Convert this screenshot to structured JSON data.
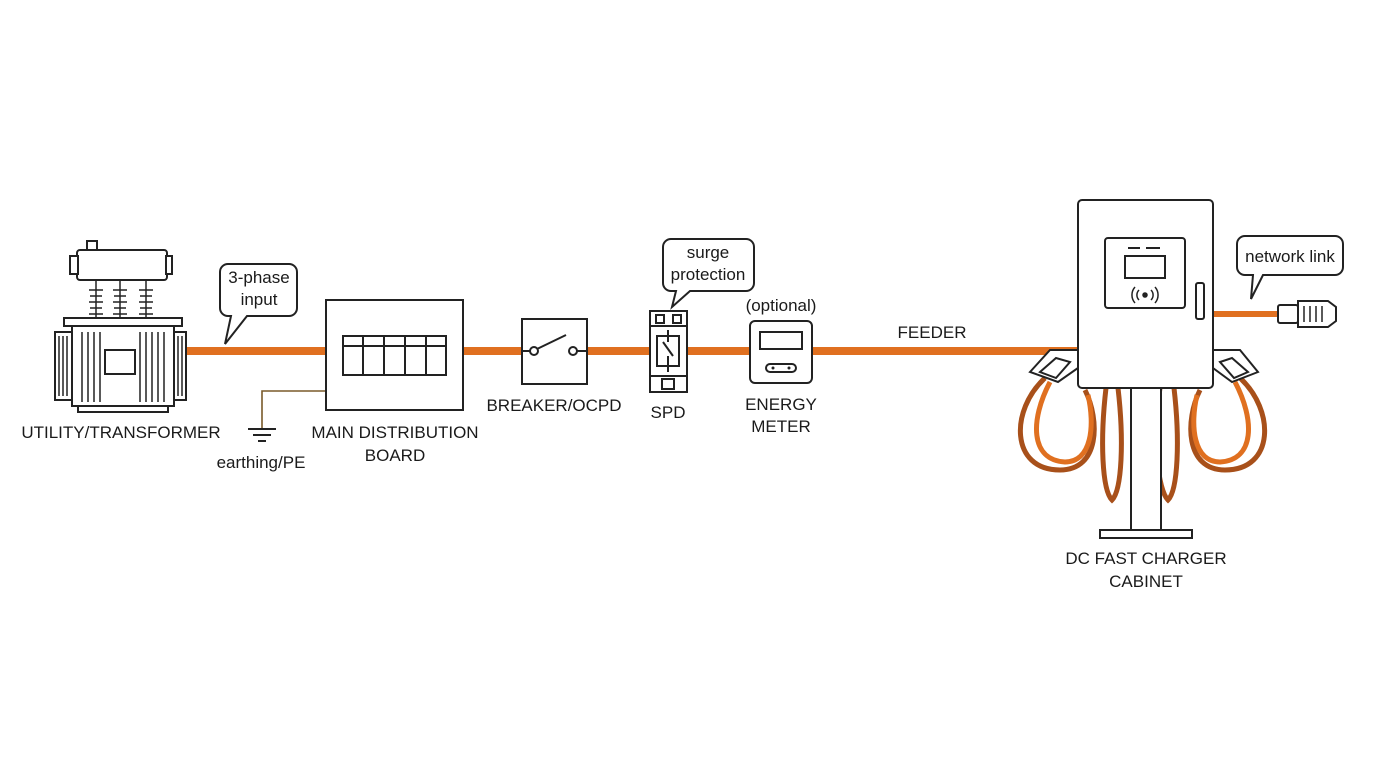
{
  "colors": {
    "cable": "#e07020",
    "cable_dark": "#a8501a",
    "earth_wire": "#7a5a2a",
    "line": "#222222",
    "background": "#ffffff"
  },
  "components": {
    "transformer": "UTILITY/TRANSFORMER",
    "mdb_line1": "MAIN DISTRIBUTION",
    "mdb_line2": "BOARD",
    "breaker": "BREAKER/OCPD",
    "spd": "SPD",
    "meter_line1": "ENERGY",
    "meter_line2": "METER",
    "charger_line1": "DC FAST CHARGER",
    "charger_line2": "CABINET"
  },
  "callouts": {
    "input_line1": "3-phase",
    "input_line2": "input",
    "surge_line1": "surge",
    "surge_line2": "protection",
    "network": "network link"
  },
  "annotations": {
    "earthing": "earthing/PE",
    "optional": "(optional)",
    "feeder": "FEEDER"
  },
  "icons": {
    "transformer": "transformer-icon",
    "ground": "ground-symbol-icon",
    "switch": "switch-icon",
    "rfid": "contactless-rfid-icon",
    "ethernet": "ethernet-plug-icon"
  }
}
